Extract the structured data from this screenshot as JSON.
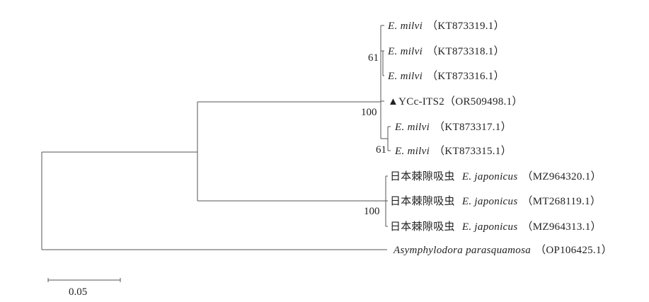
{
  "taxa": [
    {
      "id": "t1",
      "prefix": "",
      "name": "E.  milvi",
      "accession": "（KT873319.1）"
    },
    {
      "id": "t2",
      "prefix": "",
      "name": "E.  milvi",
      "accession": "（KT873318.1）"
    },
    {
      "id": "t3",
      "prefix": "",
      "name": "E.  milvi",
      "accession": "（KT873316.1）"
    },
    {
      "id": "t4",
      "prefix": "▲",
      "name": "YCc-ITS2",
      "accession": "（OR509498.1）",
      "upright": true
    },
    {
      "id": "t5",
      "prefix": "",
      "name": "E.  milvi",
      "accession": "（KT873317.1）"
    },
    {
      "id": "t6",
      "prefix": "",
      "name": "E.  milvi",
      "accession": "（KT873315.1）"
    },
    {
      "id": "t7",
      "prefix": "日本棘隙吸虫 ",
      "name": "E.  japonicus",
      "accession": "（MZ964320.1）"
    },
    {
      "id": "t8",
      "prefix": "日本棘隙吸虫 ",
      "name": "E.  japonicus",
      "accession": "（MT268119.1）"
    },
    {
      "id": "t9",
      "prefix": "日本棘隙吸虫 ",
      "name": "E.  japonicus",
      "accession": "（MZ964313.1）"
    },
    {
      "id": "t10",
      "prefix": "",
      "name": "Asymphylodora  parasquamosa",
      "accession": "（OP106425.1）"
    }
  ],
  "bootstrap": {
    "milvi_pair_upper": "61",
    "milvi_clade": "100",
    "milvi_pair_lower": "61",
    "japonicus_clade": "100"
  },
  "scale_bar": {
    "label": "0.05"
  }
}
